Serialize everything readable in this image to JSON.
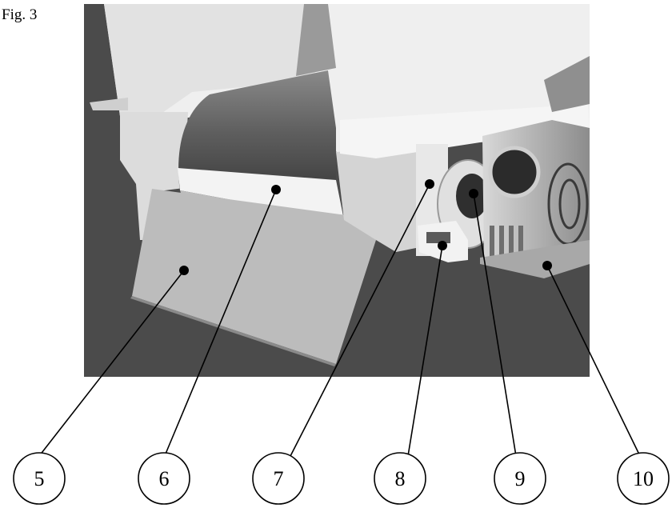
{
  "figure_label": "Fig. 3",
  "photo": {
    "description_icon": "machine-photo",
    "background_color": "#4a4a4a"
  },
  "callouts": [
    {
      "number": "5"
    },
    {
      "number": "6"
    },
    {
      "number": "7"
    },
    {
      "number": "8"
    },
    {
      "number": "9"
    },
    {
      "number": "10"
    }
  ]
}
